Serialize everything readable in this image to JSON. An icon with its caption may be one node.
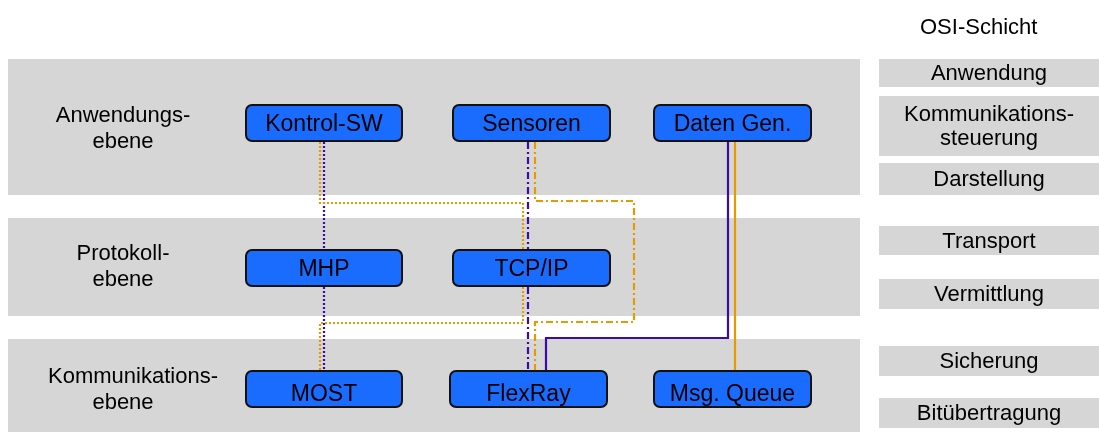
{
  "diagram": {
    "nodes": [
      {
        "text": [
          "Anwendungs- ebene"
        ]
      },
      {
        "text": [
          "Kontrol-SW"
        ],
        "in": 0
      },
      {
        "text": [
          "Sensoren"
        ],
        "in": 0
      },
      {
        "text": [
          "Daten Gen."
        ],
        "in": 0
      },
      {
        "text": [
          "Protokoll- ebene"
        ]
      },
      {
        "text": [
          "MHP"
        ],
        "in": 4
      },
      {
        "text": [
          "TCP/IP"
        ],
        "in": 4
      },
      {
        "text": [
          "Kommunikations- ebene"
        ]
      },
      {
        "text": [
          "MOST"
        ],
        "in": 7
      },
      {
        "text": [
          "FlexRay"
        ],
        "in": 7
      },
      {
        "text": [
          "Msg. Queue"
        ],
        "in": 7
      },
      {
        "text": [
          "Anwendung"
        ]
      },
      {
        "text": [
          "Kommunikations- steuerung"
        ]
      },
      {
        "text": [
          "Darstellung"
        ]
      },
      {
        "text": [
          "Transport"
        ]
      },
      {
        "text": [
          "Vermittlung"
        ]
      },
      {
        "text": [
          "Sicherung"
        ]
      },
      {
        "text": [
          "Bitübertragung"
        ]
      }
    ],
    "edges": [
      {
        "from": 1,
        "to": 5,
        "arrow": "none",
        "style": "dashed",
        "color": "#3a0ca3"
      },
      {
        "from": 5,
        "to": 8,
        "arrow": "none",
        "style": "dashed",
        "color": "#3a0ca3"
      },
      {
        "from": 1,
        "to": 6,
        "arrow": "none",
        "style": "dashed",
        "color": "#e69a00"
      },
      {
        "from": 6,
        "to": 8,
        "arrow": "none",
        "style": "dashed",
        "color": "#e69a00"
      },
      {
        "from": 2,
        "to": 6,
        "arrow": "none",
        "style": "dashed",
        "color": "#3a0ca3"
      },
      {
        "from": 6,
        "to": 9,
        "arrow": "none",
        "style": "dashed",
        "color": "#3a0ca3"
      },
      {
        "from": 2,
        "to": 9,
        "arrow": "none",
        "style": "dashed",
        "color": "#e69a00"
      },
      {
        "from": 3,
        "to": 9,
        "arrow": "none",
        "color": "#3a0ca3"
      },
      {
        "from": 3,
        "to": 10,
        "arrow": "none",
        "color": "#e69a00"
      }
    ],
    "labels": [
      "OSI-Schicht"
    ]
  }
}
